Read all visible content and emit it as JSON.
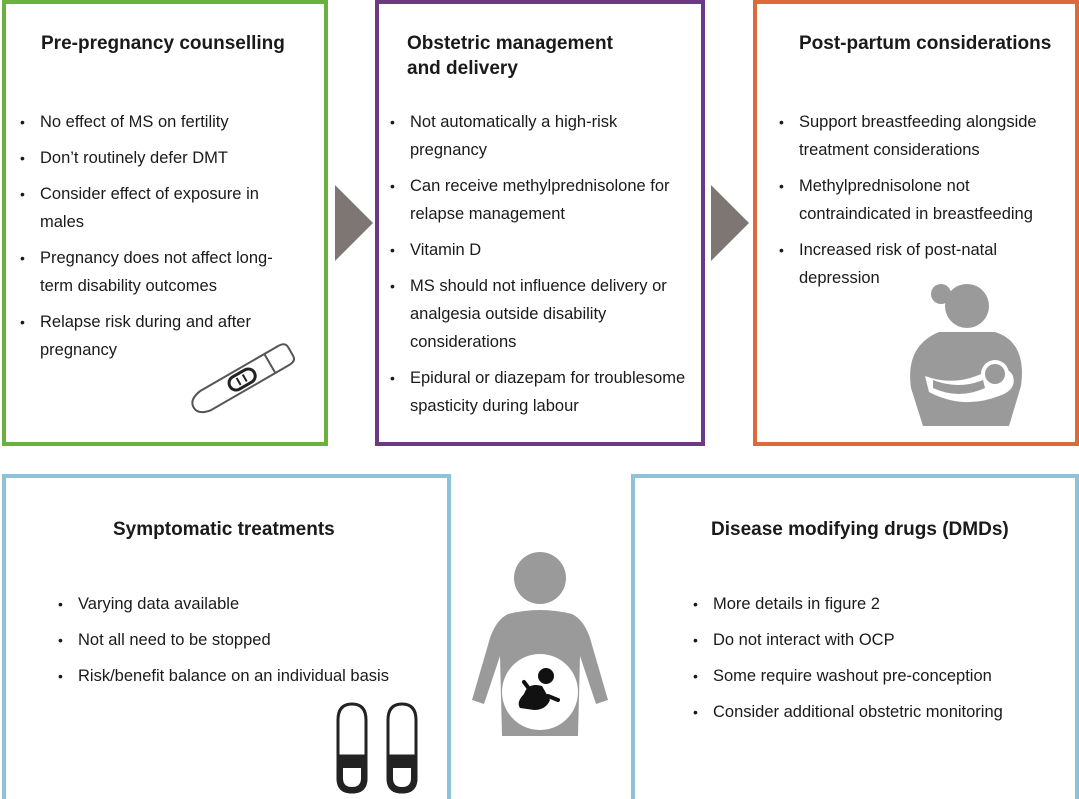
{
  "colors": {
    "green": "#6bb23c",
    "purple": "#6b3a82",
    "orange": "#dd6a3d",
    "blue": "#8cc3d6",
    "arrow_gray": "#7e7673",
    "icon_gray": "#9a9a9a"
  },
  "boxes": {
    "pre_pregnancy": {
      "title": "Pre-pregnancy counselling",
      "items": [
        "No effect of MS on fertility",
        "Don’t routinely defer DMT",
        "Consider effect of exposure in males",
        "Pregnancy does not affect long-term disability outcomes",
        "Relapse risk during and after pregnancy"
      ]
    },
    "obstetric": {
      "title_line1": "Obstetric management",
      "title_line2": "and delivery",
      "items": [
        "Not automatically a high-risk pregnancy",
        "Can receive methylprednisolone for relapse management",
        "Vitamin D",
        "MS should not influence delivery or analgesia outside disability considerations",
        "Epidural or diazepam for troublesome spasticity during labour"
      ]
    },
    "post_partum": {
      "title": "Post-partum considerations",
      "items": [
        "Support breastfeeding alongside treatment considerations",
        "Methylprednisolone not contraindicated in breastfeeding",
        "Increased risk of post-natal depression"
      ]
    },
    "symptomatic": {
      "title": "Symptomatic treatments",
      "items": [
        "Varying data available",
        "Not all need to be stopped",
        "Risk/benefit balance on an individual basis"
      ]
    },
    "dmd": {
      "title": "Disease modifying drugs (DMDs)",
      "items": [
        "More details in figure 2",
        "Do not interact with OCP",
        "Some require washout pre-conception",
        "Consider additional obstetric monitoring"
      ]
    }
  },
  "icons": [
    "pregnancy-test-icon",
    "breastfeeding-mother-icon",
    "capsules-icon",
    "pregnant-woman-icon",
    "arrow-icon"
  ]
}
